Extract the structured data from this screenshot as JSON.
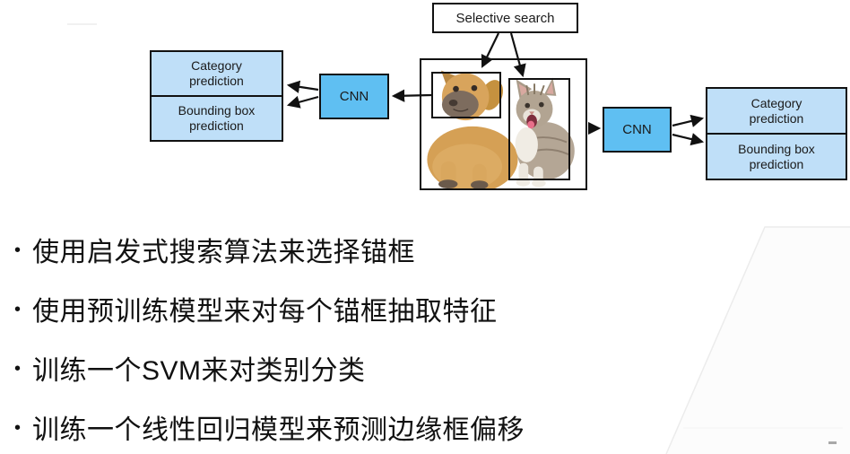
{
  "slide": {
    "bullet_glyph": "•",
    "bullets": [
      "使用启发式搜索算法来选择锚框",
      "使用预训练模型来对每个锚框抽取特征",
      "训练一个SVM来对类别分类",
      "训练一个线性回归模型来预测边缘框偏移"
    ]
  },
  "diagram": {
    "selective_search_label": "Selective search",
    "cnn_label": "CNN",
    "category_prediction_label": "Category prediction",
    "bounding_box_prediction_label": "Bounding box prediction",
    "icons": {
      "photo": "dog-and-cat-photo",
      "arrows": "black-flow-arrows",
      "region_boxes": "anchor-bounding-boxes"
    }
  },
  "colors": {
    "cnn_fill": "#5fbff2",
    "prediction_fill": "#bfdff8",
    "box_border": "#111111",
    "text": "#111111",
    "decor_line": "#ececec"
  }
}
